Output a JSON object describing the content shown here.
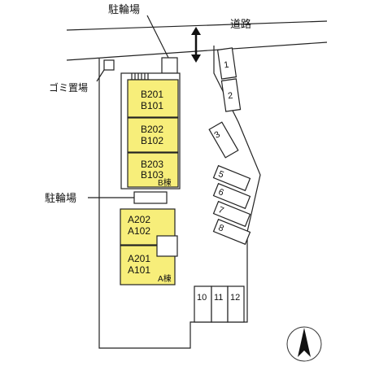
{
  "labels": {
    "bike_parking_top": "駐輪場",
    "road": "道路",
    "garbage": "ゴミ置場",
    "bike_parking_left": "駐輪場"
  },
  "buildings": {
    "b": {
      "name": "B棟",
      "units": [
        [
          "B201",
          "B101"
        ],
        [
          "B202",
          "B102"
        ],
        [
          "B203",
          "B103"
        ]
      ]
    },
    "a": {
      "name": "A棟",
      "units": [
        [
          "A202",
          "A102"
        ],
        [
          "A201",
          "A101"
        ]
      ]
    }
  },
  "parking_spaces": [
    "1",
    "2",
    "3",
    "5",
    "6",
    "7",
    "8",
    "10",
    "11",
    "12"
  ],
  "compass": {
    "north_symbol": "north-arrow-icon"
  },
  "colors": {
    "building_fill": "#f7ee7a",
    "line": "#222222"
  }
}
